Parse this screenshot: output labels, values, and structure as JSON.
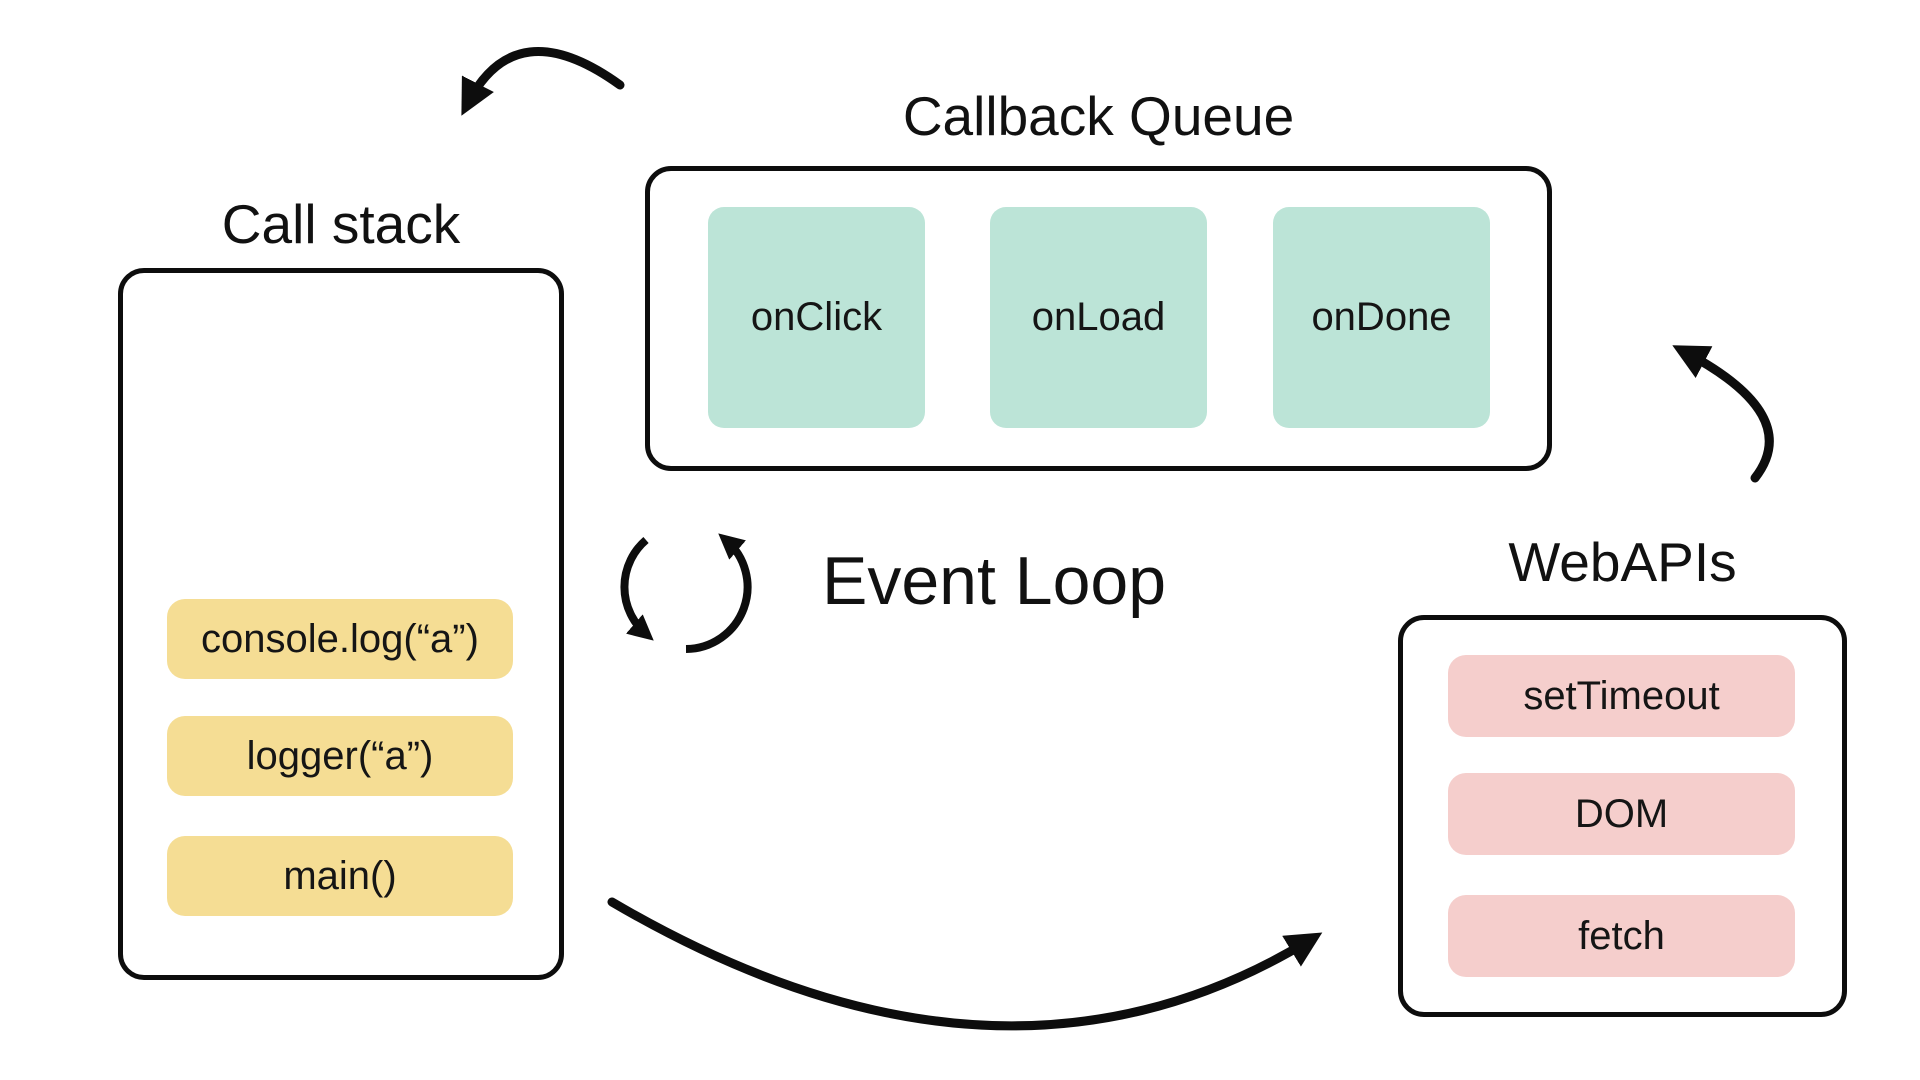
{
  "colors": {
    "background": "#ffffff",
    "stroke": "#0d0d0d",
    "call_stack_item_bg": "#f5dd94",
    "callback_item_bg": "#bce4d7",
    "webapi_item_bg": "#f5cecc"
  },
  "call_stack": {
    "title": "Call stack",
    "items": [
      "console.log(“a”)",
      "logger(“a”)",
      "main()"
    ]
  },
  "callback_queue": {
    "title": "Callback Queue",
    "items": [
      "onClick",
      "onLoad",
      "onDone"
    ]
  },
  "event_loop": {
    "label": "Event Loop",
    "icon": "cycle-arrows-icon"
  },
  "web_apis": {
    "title": "WebAPIs",
    "items": [
      "setTimeout",
      "DOM",
      "fetch"
    ]
  },
  "arrows": {
    "queue_to_stack": "callback-queue-to-call-stack",
    "webapis_to_queue": "webapis-to-callback-queue",
    "stack_to_webapis": "call-stack-to-webapis"
  }
}
